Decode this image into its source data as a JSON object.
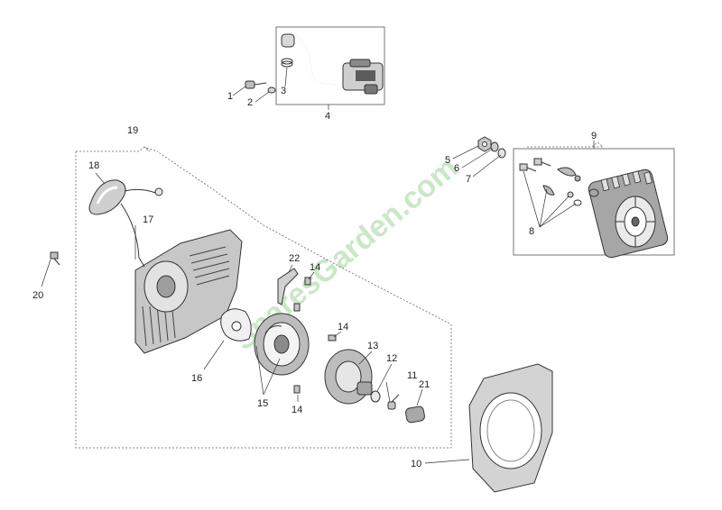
{
  "watermark": "SparesGarden.com",
  "callouts": {
    "c1": "1",
    "c2": "2",
    "c3": "3",
    "c4": "4",
    "c5": "5",
    "c6": "6",
    "c7": "7",
    "c8": "8",
    "c9": "9",
    "c10": "10",
    "c11": "11",
    "c12": "12",
    "c13": "13",
    "c14a": "14",
    "c14b": "14",
    "c14c": "14",
    "c15": "15",
    "c16": "16",
    "c17": "17",
    "c18": "18",
    "c19": "19",
    "c20": "20",
    "c21": "21",
    "c22": "22"
  },
  "colors": {
    "ink": "#333333",
    "metal": "#bfbfbf",
    "metal_dark": "#6e6e6e",
    "watermark": "#9fd59a"
  }
}
